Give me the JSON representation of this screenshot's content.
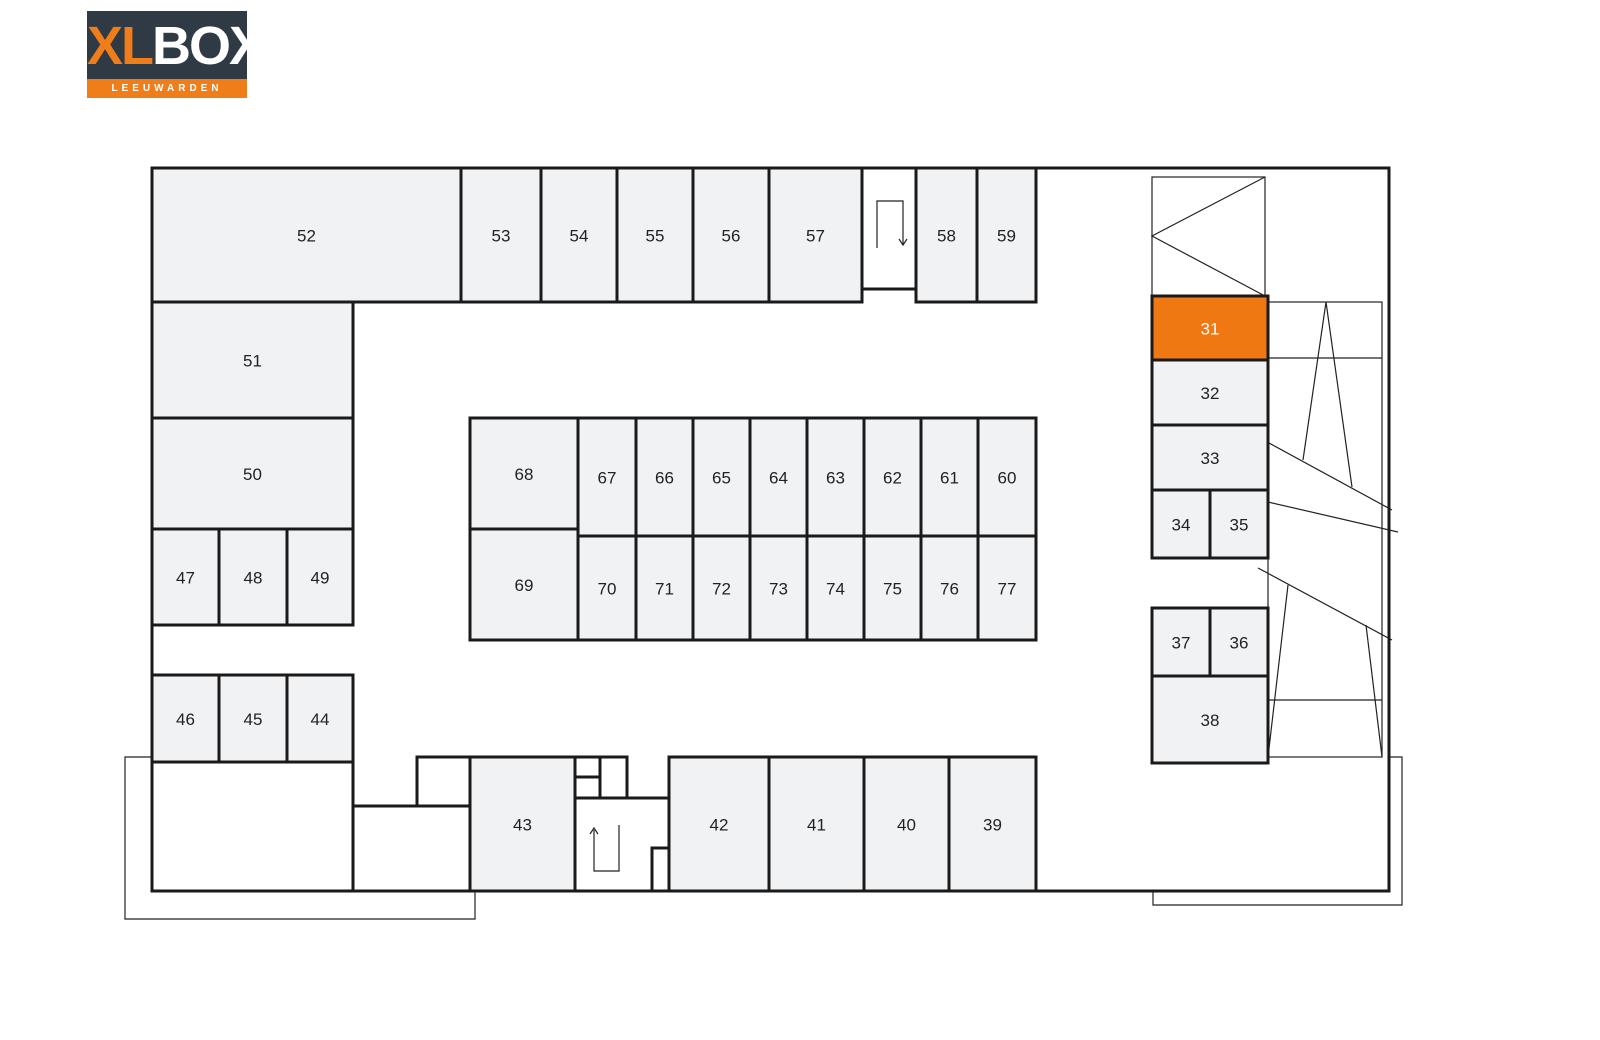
{
  "logo": {
    "brand_part1": "XL",
    "brand_part2": "BOX",
    "city": "LEEUWARDEN"
  },
  "floorplan": {
    "selected_unit": "31",
    "colors": {
      "selected": "#ef7812",
      "unit": "#f1f2f4",
      "wall": "#1a1a1a"
    },
    "units": [
      "31",
      "32",
      "33",
      "34",
      "35",
      "36",
      "37",
      "38",
      "39",
      "40",
      "41",
      "42",
      "43",
      "44",
      "45",
      "46",
      "47",
      "48",
      "49",
      "50",
      "51",
      "52",
      "53",
      "54",
      "55",
      "56",
      "57",
      "58",
      "59",
      "60",
      "61",
      "62",
      "63",
      "64",
      "65",
      "66",
      "67",
      "68",
      "69",
      "70",
      "71",
      "72",
      "73",
      "74",
      "75",
      "76",
      "77"
    ]
  }
}
